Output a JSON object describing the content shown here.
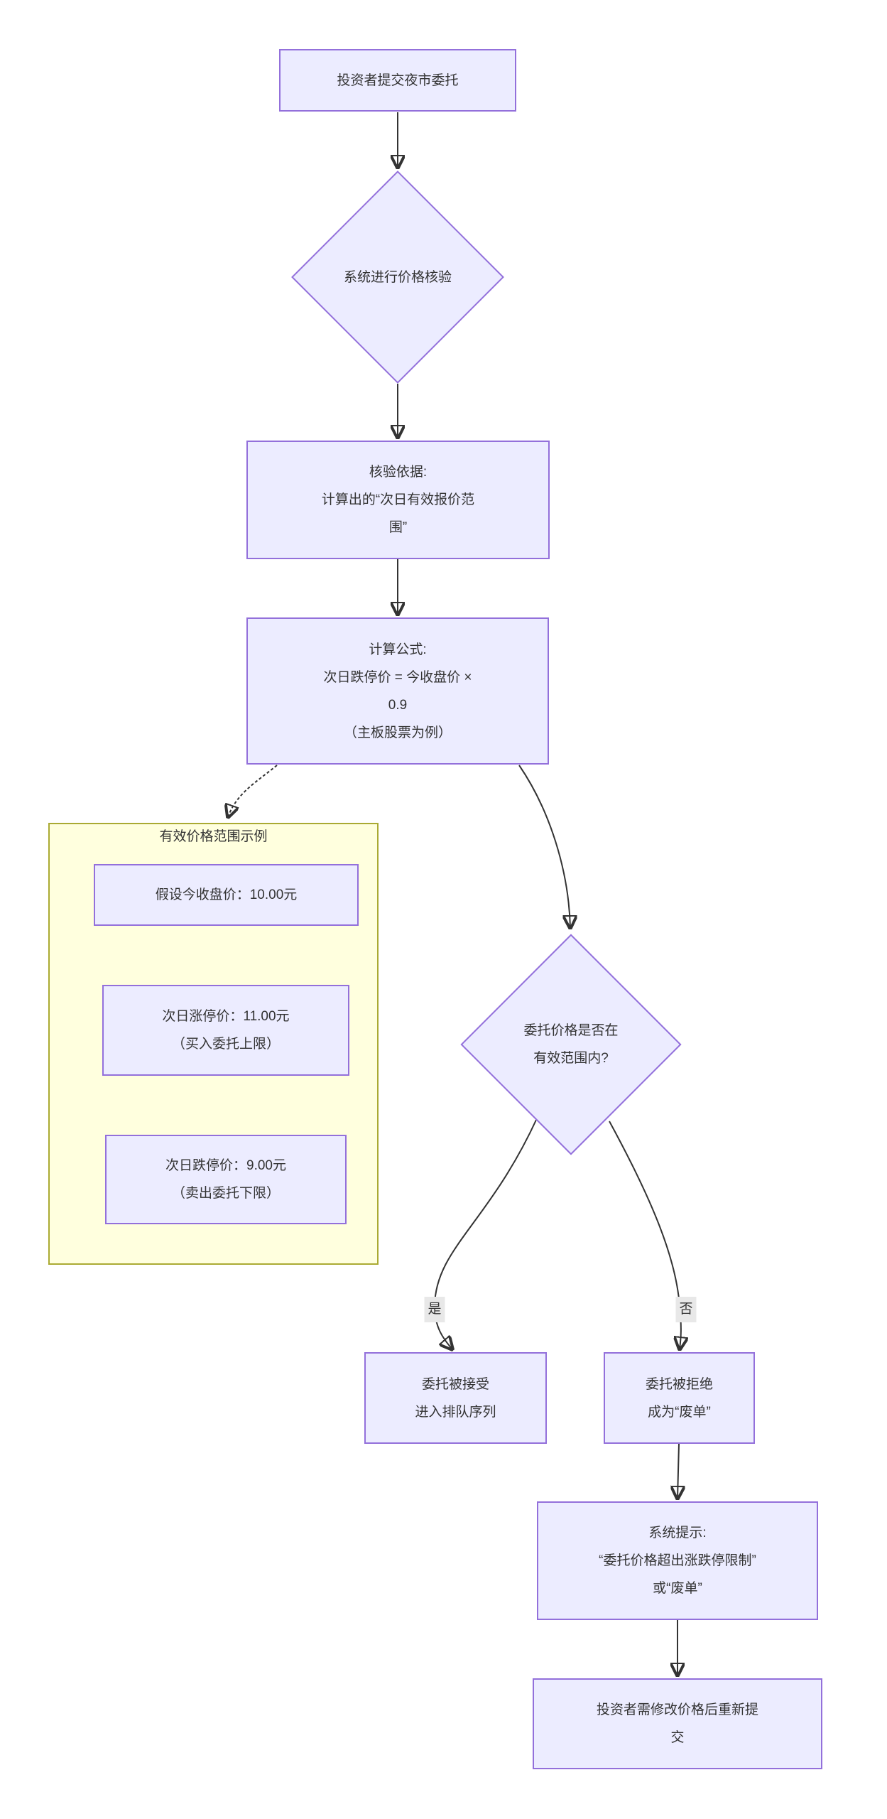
{
  "diagram": {
    "type": "flowchart",
    "background": "#FFFFFF"
  },
  "colors": {
    "node_fill": "#ECECFF",
    "node_border": "#9370DB",
    "subgraph_fill": "#FFFFDE",
    "subgraph_border": "#AAAA33",
    "edge_stroke": "#333333",
    "text": "#333333",
    "edge_label_bg": "#E8E8E8"
  },
  "nodes": {
    "submit": {
      "lines": [
        "投资者提交夜市委托"
      ]
    },
    "verify": {
      "lines": [
        "系统进行价格核验"
      ]
    },
    "basis": {
      "lines": [
        "核验依据:",
        "计算出的“次日有效报价范",
        "围”"
      ]
    },
    "formula": {
      "lines": [
        "计算公式:",
        "次日跌停价 = 今收盘价 ×",
        "0.9",
        "（主板股票为例）"
      ]
    },
    "decision": {
      "lines": [
        "委托价格是否在",
        "有效范围内?"
      ]
    },
    "accepted": {
      "lines": [
        "委托被接受",
        "进入排队序列"
      ]
    },
    "rejected": {
      "lines": [
        "委托被拒绝",
        "成为“废单”"
      ]
    },
    "prompt": {
      "lines": [
        "系统提示:",
        "“委托价格超出涨跌停限制”",
        "或“废单”"
      ]
    },
    "resubmit": {
      "lines": [
        "投资者需修改价格后重新提",
        "交"
      ]
    }
  },
  "subgraph": {
    "title": "有效价格范围示例",
    "nodes": {
      "ex_close": {
        "lines": [
          "假设今收盘价：10.00元"
        ]
      },
      "ex_up": {
        "lines": [
          "次日涨停价：11.00元",
          "（买入委托上限）"
        ]
      },
      "ex_down": {
        "lines": [
          "次日跌停价：9.00元",
          "（卖出委托下限）"
        ]
      }
    }
  },
  "edge_labels": {
    "yes": "是",
    "no": "否"
  }
}
